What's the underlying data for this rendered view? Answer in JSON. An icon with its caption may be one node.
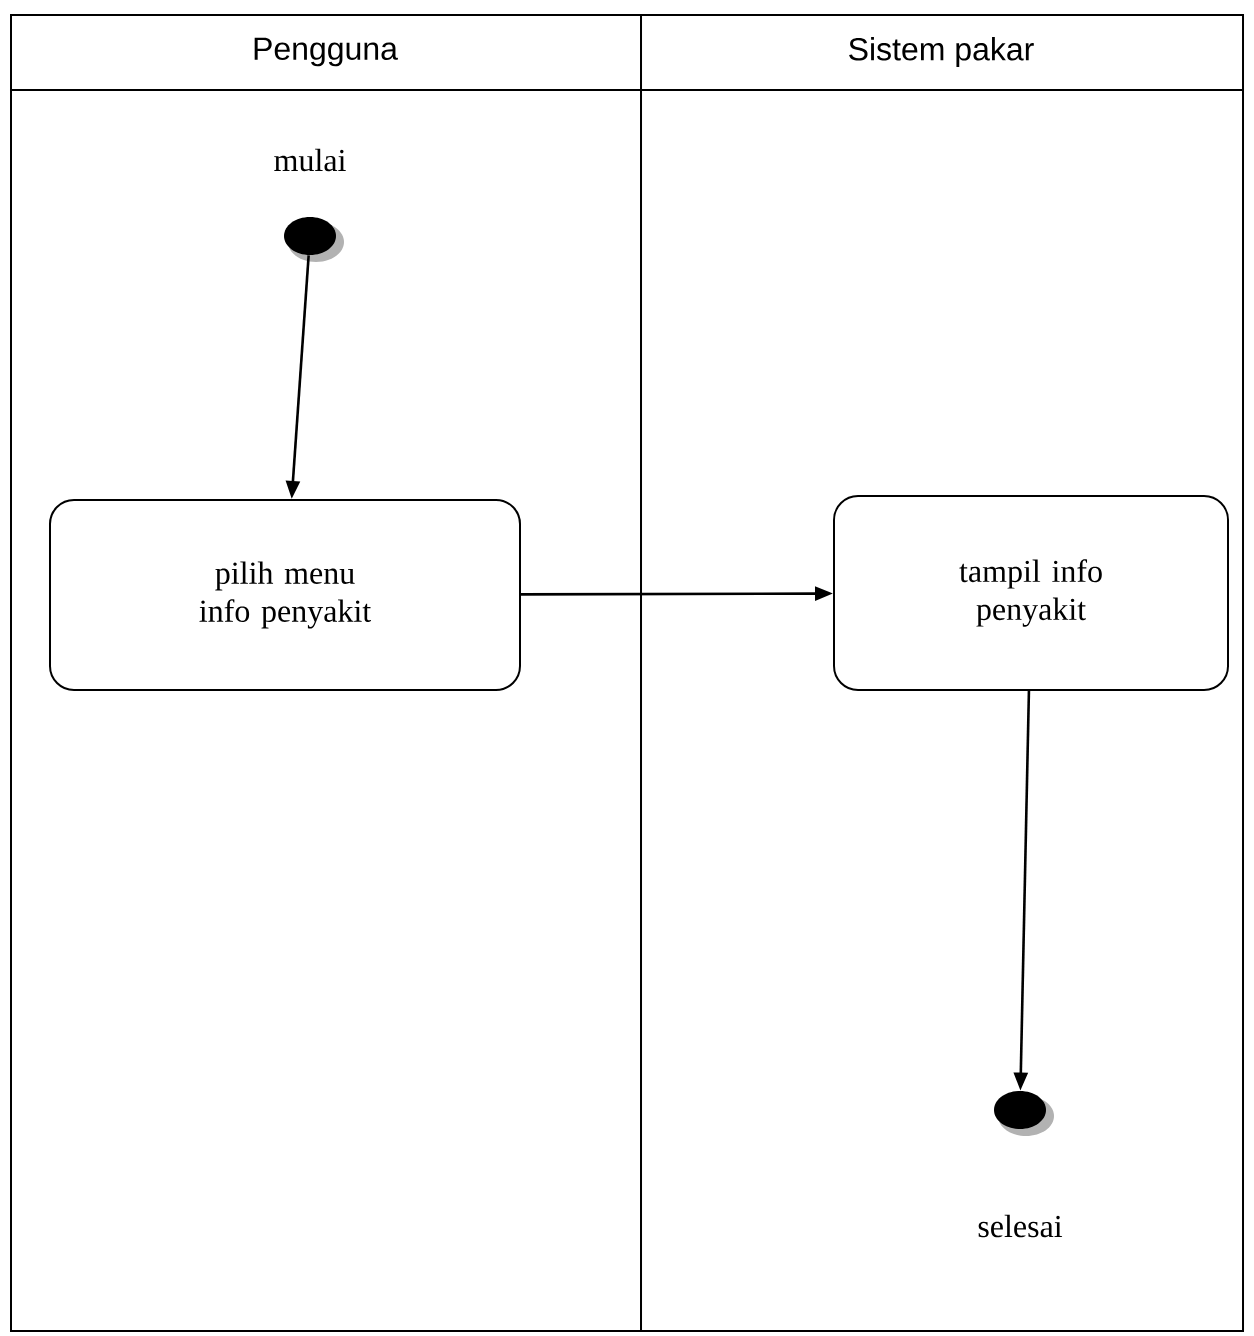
{
  "diagram": {
    "nodes": [
      {
        "text": [
          "Pengguna"
        ]
      },
      {
        "text": [
          "Sistem pakar"
        ]
      },
      {
        "text": [],
        "shape": "circle",
        "beside": [
          "mulai"
        ],
        "in": 0
      },
      {
        "text": [
          "pilih menu info penyakit"
        ],
        "in": 0
      },
      {
        "text": [
          "tampil info penyakit"
        ],
        "in": 1
      },
      {
        "text": [],
        "shape": "circle",
        "beside": [
          "selesai"
        ],
        "in": 1
      }
    ],
    "edges": [
      {
        "from": 2,
        "to": 3,
        "arrow": "to"
      },
      {
        "from": 3,
        "to": 4,
        "arrow": "to"
      },
      {
        "from": 4,
        "to": 5,
        "arrow": "to"
      }
    ]
  }
}
